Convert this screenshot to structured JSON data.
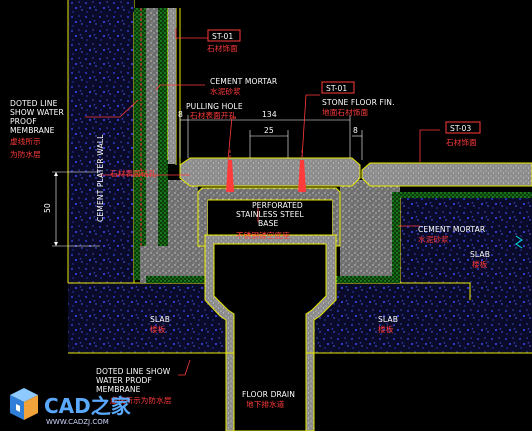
{
  "tags": {
    "st01_top": "ST-01",
    "st01_mid": "ST-01",
    "st03": "ST-03"
  },
  "labels": {
    "st01_top_cn": "石材饰面",
    "cement_mortar_top": "CEMENT MORTAR",
    "cement_mortar_top_cn": "水泥砂浆",
    "pulling_hole": "PULLING HOLE",
    "pulling_hole_cn": "石材表面开孔",
    "stone_floor_fin": "STONE FLOOR FIN.",
    "stone_floor_fin_cn": "地面石材饰面",
    "st03_cn": "石材饰面",
    "doted_line_top": [
      "DOTED LINE",
      "SHOW WATER",
      "PROOF",
      "MEMBRANE"
    ],
    "doted_line_top_cn": [
      "虚线所示",
      "为防水层"
    ],
    "cement_plater_wall": "CEMENT PLATER WALL",
    "drill_cn": "石材表面钻孔",
    "perforated": [
      "PERFORATED",
      "STAINLESS STEEL",
      "BASE"
    ],
    "perforated_cn": "不锈钢镂空底座",
    "cement_mortar_right": "CEMENT MORTAR",
    "cement_mortar_right_cn": "水泥砂浆",
    "slab_right": "SLAB",
    "slab_right_cn": "楼板",
    "slab_left": "SLAB",
    "slab_left_cn": "楼板",
    "slab_mid": "SLAB",
    "slab_mid_cn": "楼板",
    "doted_line_bottom": [
      "DOTED LINE SHOW",
      "WATER PRODF",
      "MEMBRANE"
    ],
    "doted_line_bottom_cn": "虚线所示为防水层",
    "floor_drain": "FLOOR DRAIN",
    "floor_drain_cn": "地下排水道"
  },
  "dimensions": {
    "d8_left": "8",
    "d134": "134",
    "d25": "25",
    "d8_right": "8",
    "d50": "50"
  },
  "watermark": {
    "brand": "CAD之家",
    "url": "WWW.CADZJ.COM"
  },
  "colors": {
    "outline": "#e8e800",
    "concrete_dots": "#3b4dff",
    "mortar_fill": "#b9b9b9",
    "red_annotation": "#ff3b3b",
    "green_hatch": "#2fd12f",
    "cyan": "#00e6e6"
  }
}
